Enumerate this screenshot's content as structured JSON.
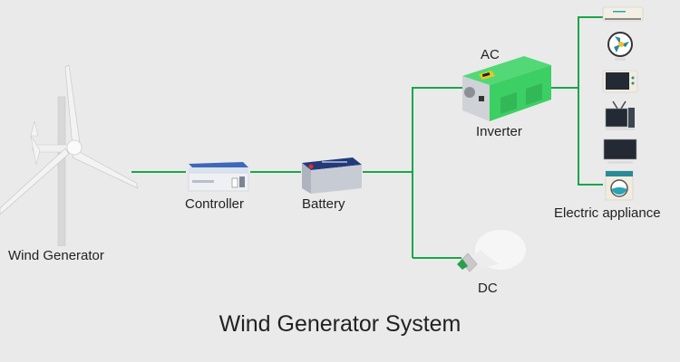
{
  "title": "Wind Generator System",
  "colors": {
    "wire": "#1aa54a",
    "background": "#eaeaea",
    "inverter_body": "#3ccf64"
  },
  "nodes": {
    "wind_generator": {
      "label": "Wind Generator",
      "icon": "wind-turbine-icon"
    },
    "controller": {
      "label": "Controller",
      "icon": "charge-controller-icon"
    },
    "battery": {
      "label": "Battery",
      "icon": "battery-icon"
    },
    "inverter": {
      "label": "Inverter",
      "output_label": "AC",
      "icon": "inverter-icon"
    },
    "dc_load": {
      "label": "DC",
      "icon": "light-bulb-icon"
    },
    "appliances": {
      "label": "Electric appliance",
      "items": [
        {
          "name": "air-conditioner-icon"
        },
        {
          "name": "fan-icon"
        },
        {
          "name": "microwave-icon"
        },
        {
          "name": "television-icon"
        },
        {
          "name": "monitor-icon"
        },
        {
          "name": "washing-machine-icon"
        }
      ]
    }
  }
}
